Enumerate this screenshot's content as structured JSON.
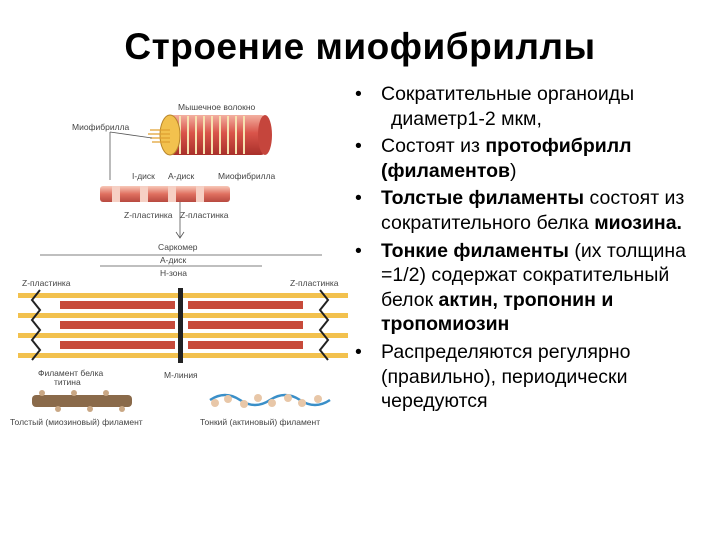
{
  "slide": {
    "title": "Строение миофибриллы"
  },
  "bullets": [
    {
      "parts": [
        {
          "t": "Сократительные органоиды",
          "b": false
        }
      ],
      "sub": "диаметр1-2 мкм,"
    },
    {
      "parts": [
        {
          "t": "Состоят из ",
          "b": false
        },
        {
          "t": "протофибрилл (филаментов",
          "b": true
        },
        {
          "t": ")",
          "b": false
        }
      ]
    },
    {
      "parts": [
        {
          "t": "Толстые филаменты",
          "b": true
        },
        {
          "t": " состоят из сократительного белка ",
          "b": false
        },
        {
          "t": "миозина.",
          "b": true
        }
      ]
    },
    {
      "parts": [
        {
          "t": "Тонкие филаменты",
          "b": true
        },
        {
          "t": " (их толщина =1/2) содержат сократительный белок ",
          "b": false
        },
        {
          "t": "актин, тропонин и тропомиозин",
          "b": true
        }
      ]
    },
    {
      "parts": [
        {
          "t": "Распределяются регулярно (правильно), периодически чередуются",
          "b": false
        }
      ]
    }
  ],
  "diagram": {
    "labels": {
      "muscle_fiber": "Мышечное волокно",
      "myofibril_left": "Миофибрилла",
      "myofibril_right": "Миофибрилла",
      "i_disk": "I-диск",
      "a_disk": "А-диск",
      "z_plate_top_left": "Z-пластинка",
      "z_plate_top_right": "Z-пластинка",
      "sarcomere": "Саркомер",
      "a_disk_mid": "А-диск",
      "h_zone": "Н-зона",
      "z_plate_left": "Z-пластинка",
      "z_plate_right": "Z-пластинка",
      "titin_line1": "Филамент белка",
      "titin_line2": "титина",
      "m_line": "М-линия",
      "thick_filament": "Толстый (миозиновый) филамент",
      "thin_filament": "Тонкий (актиновый) филамент"
    },
    "colors": {
      "fiber": "#d9544a",
      "fiber_light": "#f0a090",
      "filament_yellow": "#f2c14e",
      "thick": "#8a6a4a",
      "thin_blue": "#3a8fc8",
      "dark": "#222222"
    }
  }
}
